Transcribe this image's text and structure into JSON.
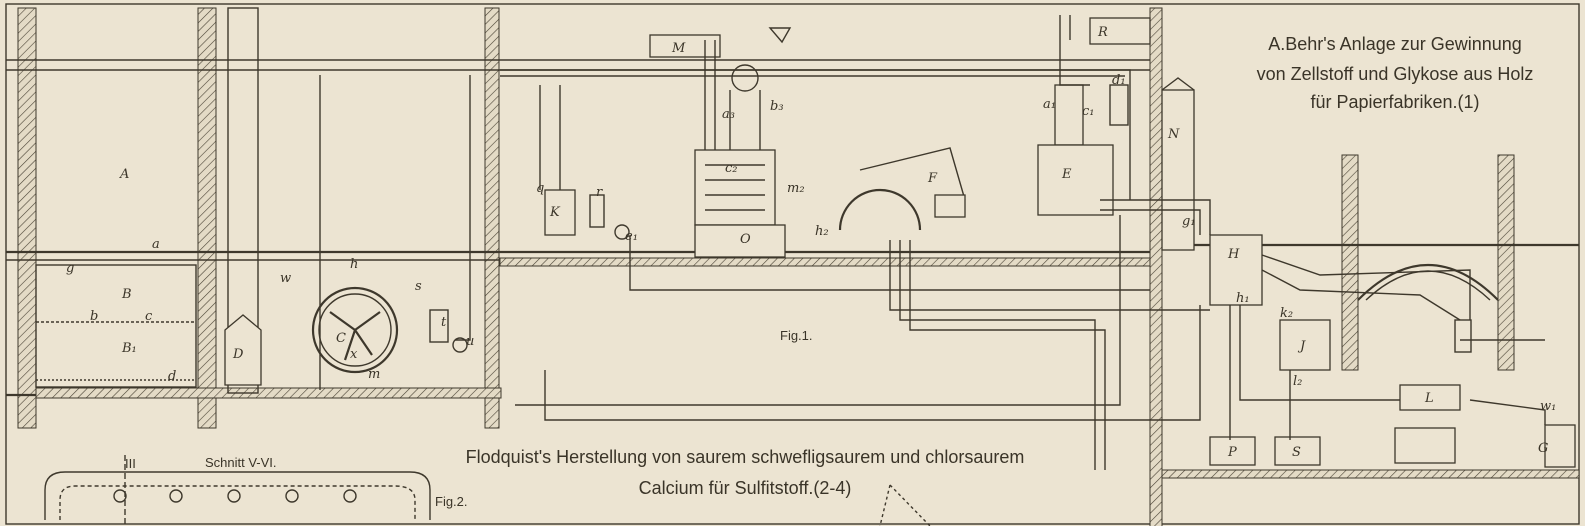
{
  "titles": {
    "behr_line1": "A.Behr's Anlage zur Gewinnung",
    "behr_line2": "von Zellstoff und Glykose aus Holz",
    "behr_line3": "für Papierfabriken.(1)",
    "flodquist_line1": "Flodquist's Herstellung von saurem schwefligsaurem und chlorsaurem",
    "flodquist_line2": "Calcium für Sulfitstoff.(2-4)"
  },
  "figures": {
    "fig1": "Fig.1.",
    "fig2": "Fig.2.",
    "schnitt": "Schnitt V-VI.",
    "roman_iii": "III"
  },
  "labels": {
    "A": "A",
    "B": "B",
    "B1": "B₁",
    "C": "C",
    "D": "D",
    "E": "E",
    "F": "F",
    "G": "G",
    "H": "H",
    "J": "J",
    "K": "K",
    "L": "L",
    "M": "M",
    "N": "N",
    "O": "O",
    "P": "P",
    "R": "R",
    "S": "S",
    "a": "a",
    "b": "b",
    "c": "c",
    "d": "d",
    "g": "g",
    "w": "w",
    "h": "h",
    "s": "s",
    "t": "t",
    "u": "u",
    "x": "x",
    "m": "m",
    "q": "q",
    "r": "r",
    "a1": "a₁",
    "a3": "a₃",
    "b3": "b₃",
    "c1": "c₁",
    "c2": "c₂",
    "d1": "d₁",
    "g1": "g₁",
    "h1": "h₁",
    "h2": "h₂",
    "k2": "k₂",
    "l2": "l₂",
    "m2": "m₂",
    "w1": "w₁",
    "e1": "e₁"
  }
}
